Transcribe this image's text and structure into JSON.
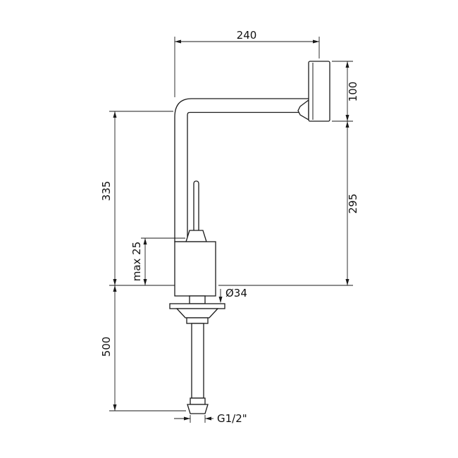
{
  "diagram": {
    "background": "#ffffff",
    "line_color": "#1a1a1a",
    "labels": {
      "top_width": "240",
      "head_height": "100",
      "spout_height": "335",
      "outlet_drop": "295",
      "max_mount": "max 25",
      "flange_diameter": "Ø34",
      "hose_length": "500",
      "thread": "G1/2\""
    }
  }
}
